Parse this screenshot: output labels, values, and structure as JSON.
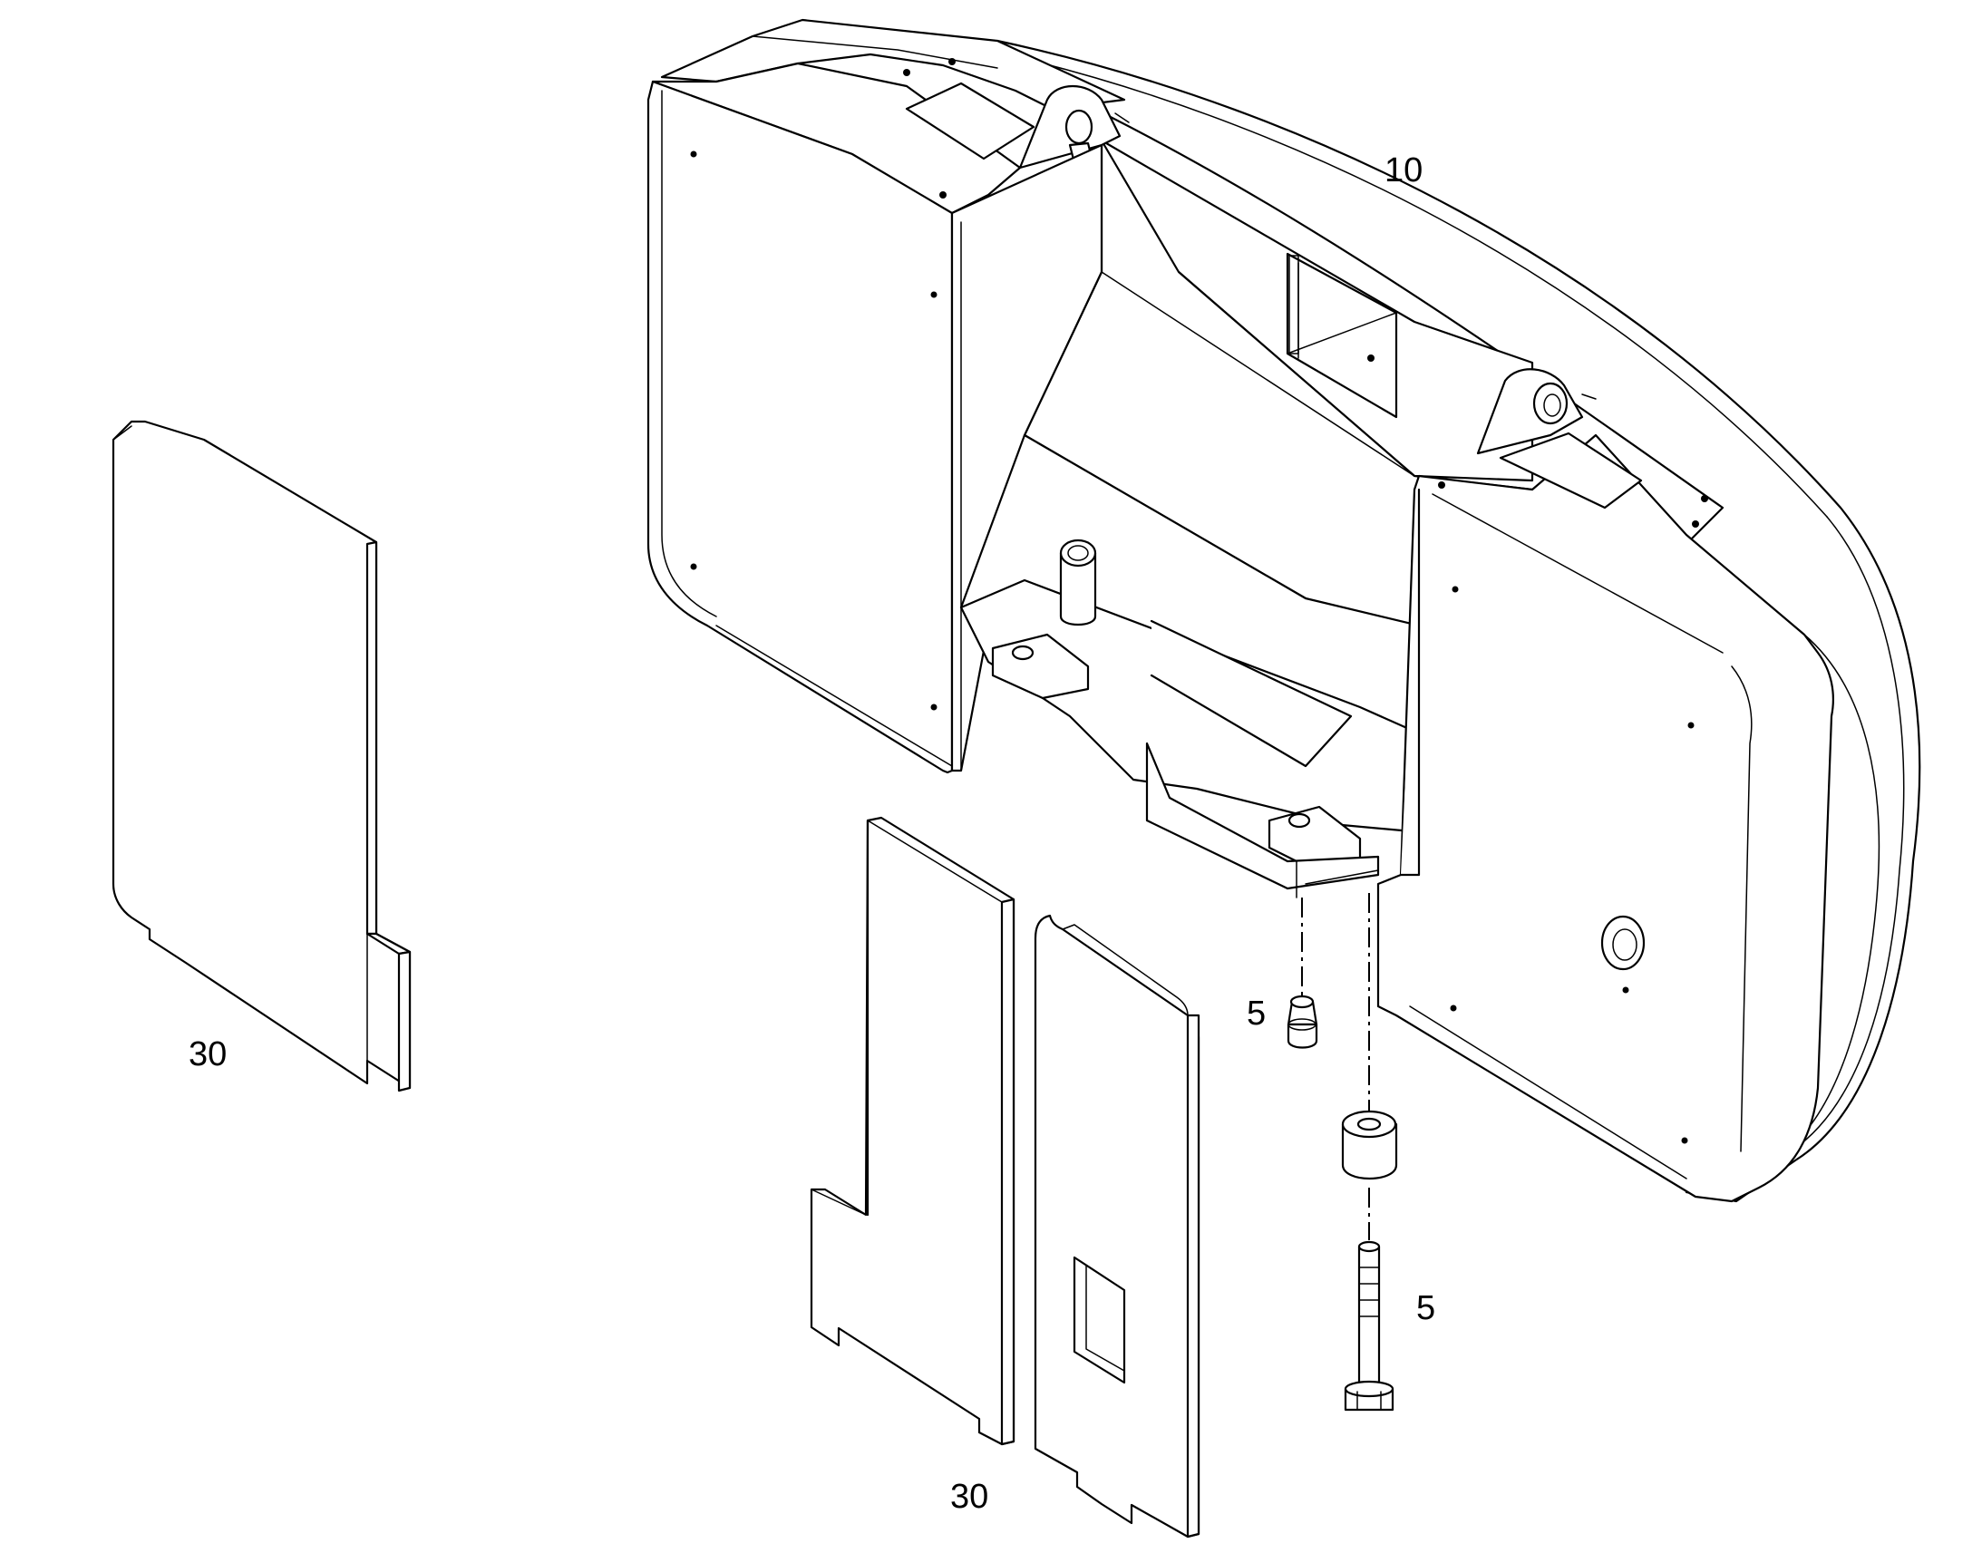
{
  "diagram": {
    "callouts": {
      "counterweight": "10",
      "plug": "5",
      "bolt": "5",
      "plate_left": "30",
      "plates_bottom": "30"
    }
  }
}
